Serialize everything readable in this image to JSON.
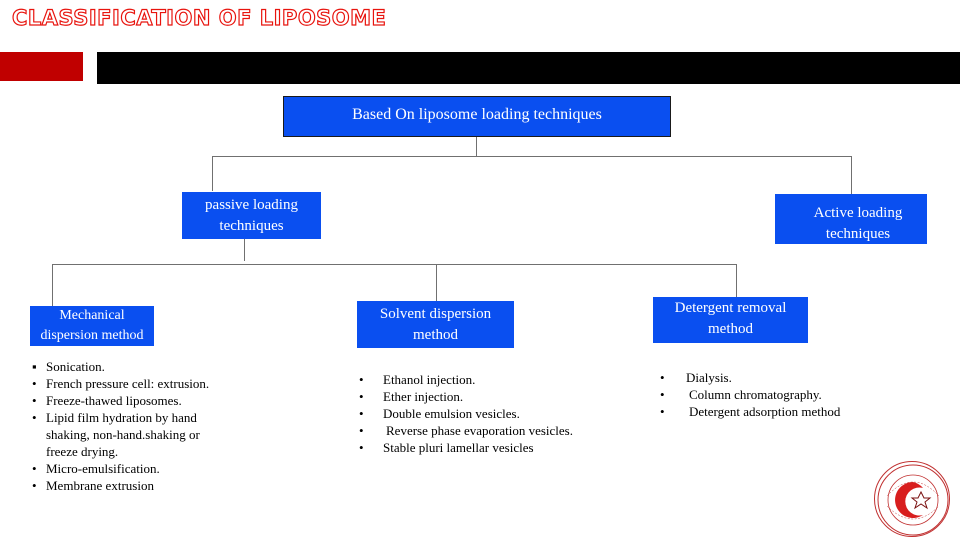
{
  "title": "CLASSIFICATION OF LIPOSOME",
  "root": "Based On liposome loading techniques",
  "passive": "passive loading techniques",
  "active": "Active loading techniques",
  "mechanical": "Mechanical dispersion method",
  "solvent": "Solvent dispersion method",
  "detergent": "Detergent removal method",
  "mechanical_items": [
    "Sonication.",
    "French pressure cell: extrusion.",
    "Freeze-thawed liposomes.",
    "Lipid film hydration by hand shaking, non-hand.shaking or freeze drying.",
    "Micro-emulsification.",
    "Membrane extrusion"
  ],
  "solvent_items": [
    "Ethanol injection.",
    "Ether injection.",
    "Double emulsion vesicles.",
    "Reverse phase evaporation vesicles.",
    "Stable pluri lamellar vesicles"
  ],
  "detergent_items": [
    "Dialysis.",
    "Column chromatography.",
    "Detergent adsorption method"
  ],
  "colors": {
    "node": "#0a4ff0",
    "title": "#e8140e",
    "red_bar": "#c00000",
    "black_bar": "#000000"
  },
  "icons": {
    "logo": "university-seal-icon"
  }
}
